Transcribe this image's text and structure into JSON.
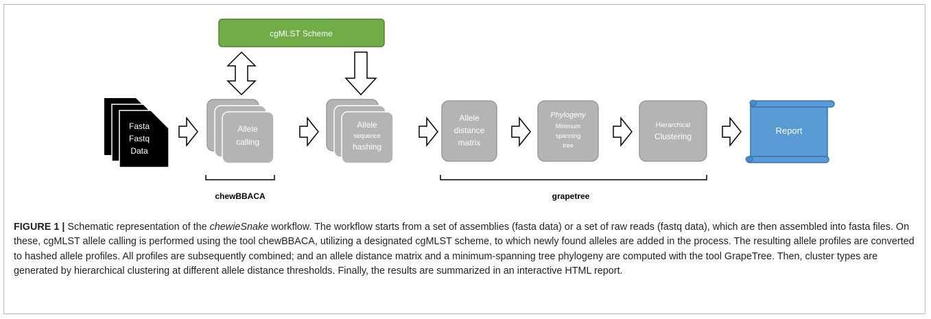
{
  "diagram": {
    "input_lines": [
      "Fasta",
      "Fastq",
      "Data"
    ],
    "scheme_label": "cgMLST Scheme",
    "allele_calling_lines": [
      "Allele",
      "calling"
    ],
    "hashing_lines": [
      "Allele",
      "sequence",
      "hashing"
    ],
    "distance_lines": [
      "Allele",
      "distance",
      "matrix"
    ],
    "phylogeny_title": "Phylogeny",
    "phylogeny_lines": [
      "Minimum",
      "spanning",
      "tree"
    ],
    "clustering_lines": [
      "Hierarchical",
      "Clustering"
    ],
    "report_label": "Report",
    "group_chewbbaca": "chewBBACA",
    "group_grapetree": "grapetree",
    "colors": {
      "box_gray": "#b4b4b4",
      "box_edge": "#9a9a9a",
      "scheme_green": "#70ad47",
      "report_blue": "#5b9bd5"
    }
  },
  "caption": {
    "label": "FIGURE 1 |",
    "text_before_italic": " Schematic representation of the ",
    "italic": "chewieSnake",
    "text_after_italic": " workflow. The workflow starts from a set of assemblies (fasta data) or a set of raw reads (fastq data), which are then assembled into fasta files. On these, cgMLST allele calling is performed using the tool chewBBACA, utilizing a designated cgMLST scheme, to which newly found alleles are added in the process. The resulting allele profiles are converted to hashed allele profiles. All profiles are subsequently combined; and an allele distance matrix and a minimum-spanning tree phylogeny are computed with the tool GrapeTree. Then, cluster types are generated by hierarchical clustering at different allele distance thresholds. Finally, the results are summarized in an interactive HTML report."
  }
}
